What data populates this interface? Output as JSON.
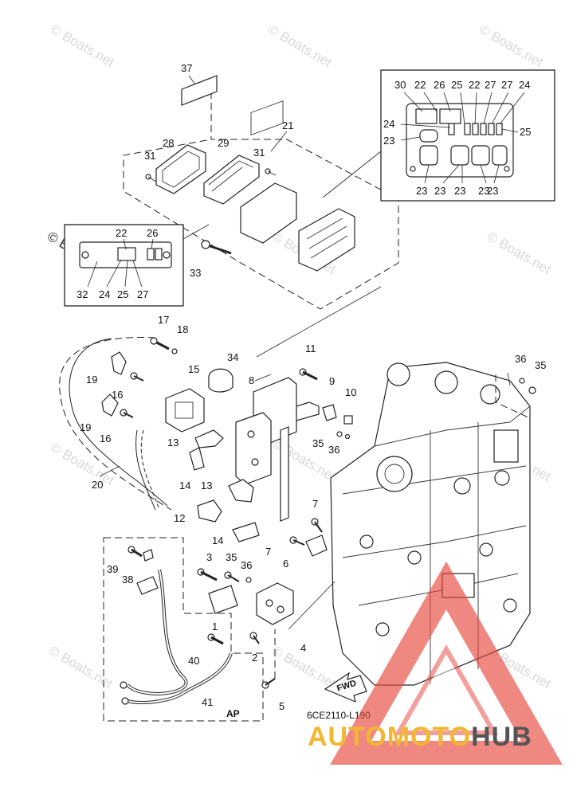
{
  "watermark_text": "© Boats.net",
  "diagram_code": "6CE2110-L190",
  "fwd_label": "FWD",
  "ap_label": "AP",
  "brand": {
    "part1": "AUTO",
    "part2": "MOTO",
    "part3": "HUB",
    "color1": "#f2b632",
    "color2": "#f2b632",
    "color3": "#555555",
    "logo_color": "#e8453c"
  },
  "callouts": {
    "c37": "37",
    "c21": "21",
    "c28": "28",
    "c29": "29",
    "c31a": "31",
    "c31b": "31",
    "c33": "33",
    "inset1": {
      "c22": "22",
      "c26": "26",
      "c32": "32",
      "c24": "24",
      "c25": "25",
      "c27": "27"
    },
    "inset2": {
      "c30": "30",
      "c22a": "22",
      "c26": "26",
      "c25a": "25",
      "c22b": "22",
      "c27a": "27",
      "c27b": "27",
      "c24a": "24",
      "c24b": "24",
      "c25b": "25",
      "c23a": "23",
      "c23b": "23",
      "c23c": "23",
      "c23d": "23",
      "c23e": "23",
      "c23f": "23"
    },
    "c17": "17",
    "c18": "18",
    "c19a": "19",
    "c19b": "19",
    "c15": "15",
    "c16a": "16",
    "c16b": "16",
    "c34": "34",
    "c8": "8",
    "c11": "11",
    "c9": "9",
    "c10": "10",
    "c35a": "35",
    "c36a": "36",
    "c36b": "36",
    "c35b": "35",
    "c13a": "13",
    "c13b": "13",
    "c14a": "14",
    "c14b": "14",
    "c12": "12",
    "c20": "20",
    "c7a": "7",
    "c7b": "7",
    "c6": "6",
    "c39": "39",
    "c38": "38",
    "c3": "3",
    "c35c": "35",
    "c36c": "36",
    "c1": "1",
    "c4": "4",
    "c40": "40",
    "c2": "2",
    "c41": "41",
    "c5": "5"
  }
}
